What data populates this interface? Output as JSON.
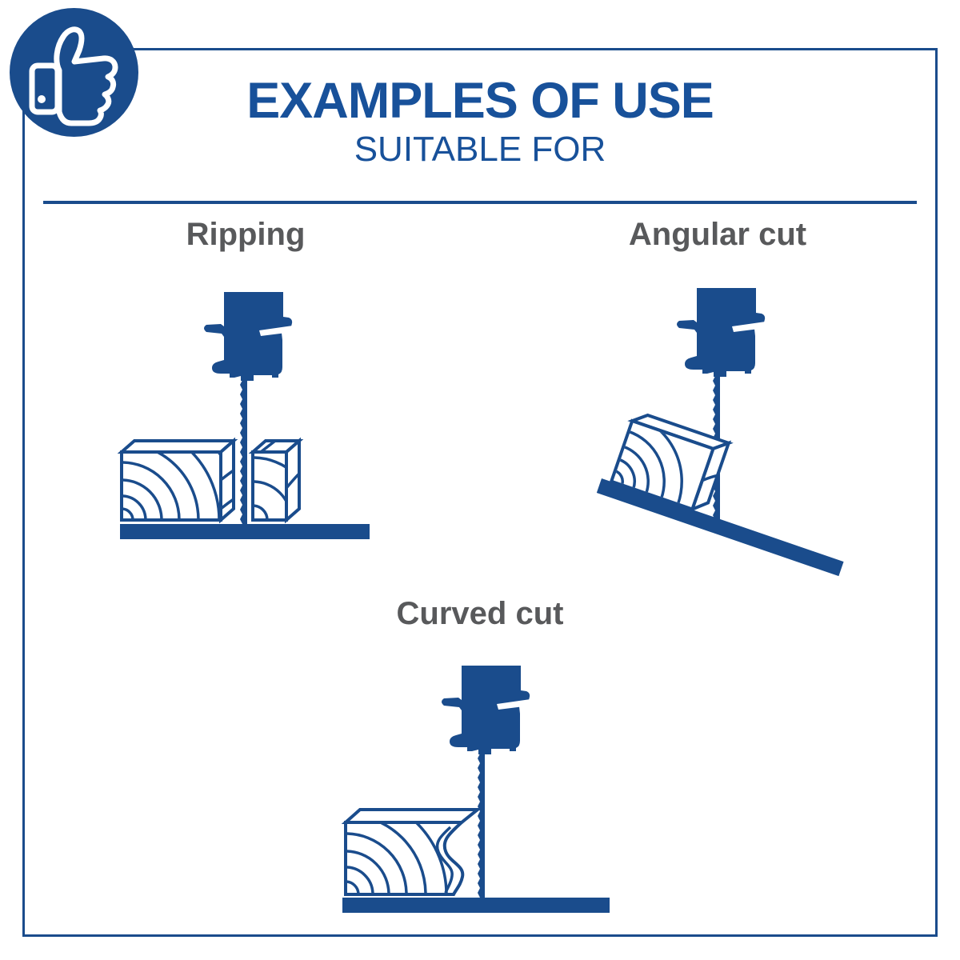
{
  "header": {
    "title": "EXAMPLES OF USE",
    "subtitle": "SUITABLE FOR"
  },
  "badge": {
    "icon": "thumbs-up-icon"
  },
  "examples": [
    {
      "id": "ripping",
      "label": "Ripping"
    },
    {
      "id": "angular-cut",
      "label": "Angular cut"
    },
    {
      "id": "curved-cut",
      "label": "Curved cut"
    }
  ],
  "colors": {
    "artwork_blue": "#1a4c8c",
    "title_blue": "#18519a",
    "label_gray": "#58595b",
    "page_bg": "#ffffff"
  }
}
